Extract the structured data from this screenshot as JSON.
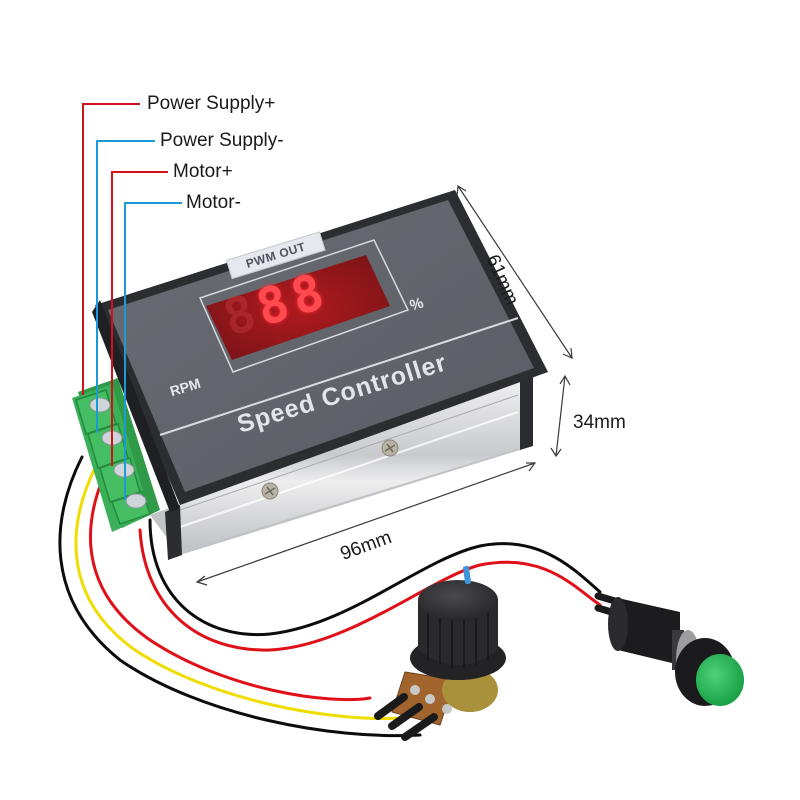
{
  "callouts": [
    {
      "label": "Power Supply+",
      "color": "#d0121b"
    },
    {
      "label": "Power Supply-",
      "color": "#1a9ad6"
    },
    {
      "label": "Motor+",
      "color": "#d0121b"
    },
    {
      "label": "Motor-",
      "color": "#1a9ad6"
    }
  ],
  "device": {
    "display_badge": "PWM OUT",
    "display_digits": "88",
    "percent_symbol": "%",
    "rpm_label": "RPM",
    "title": "Speed Controller",
    "panel_color": "#5f6268",
    "bezel_color": "#2f3034",
    "led_color": "#e8101a",
    "terminal_color": "#3aa654",
    "heatsink_color": "#d9d9db"
  },
  "dimensions": {
    "depth": "61mm",
    "height": "34mm",
    "width": "96mm"
  },
  "accessories": {
    "potentiometer_knob_color": "#2b2b2d",
    "knob_indicator_color": "#3e95d8",
    "switch_button_color": "#1aa84a",
    "wire_colors": [
      "#000000",
      "#f2e100",
      "#e3141c"
    ]
  }
}
